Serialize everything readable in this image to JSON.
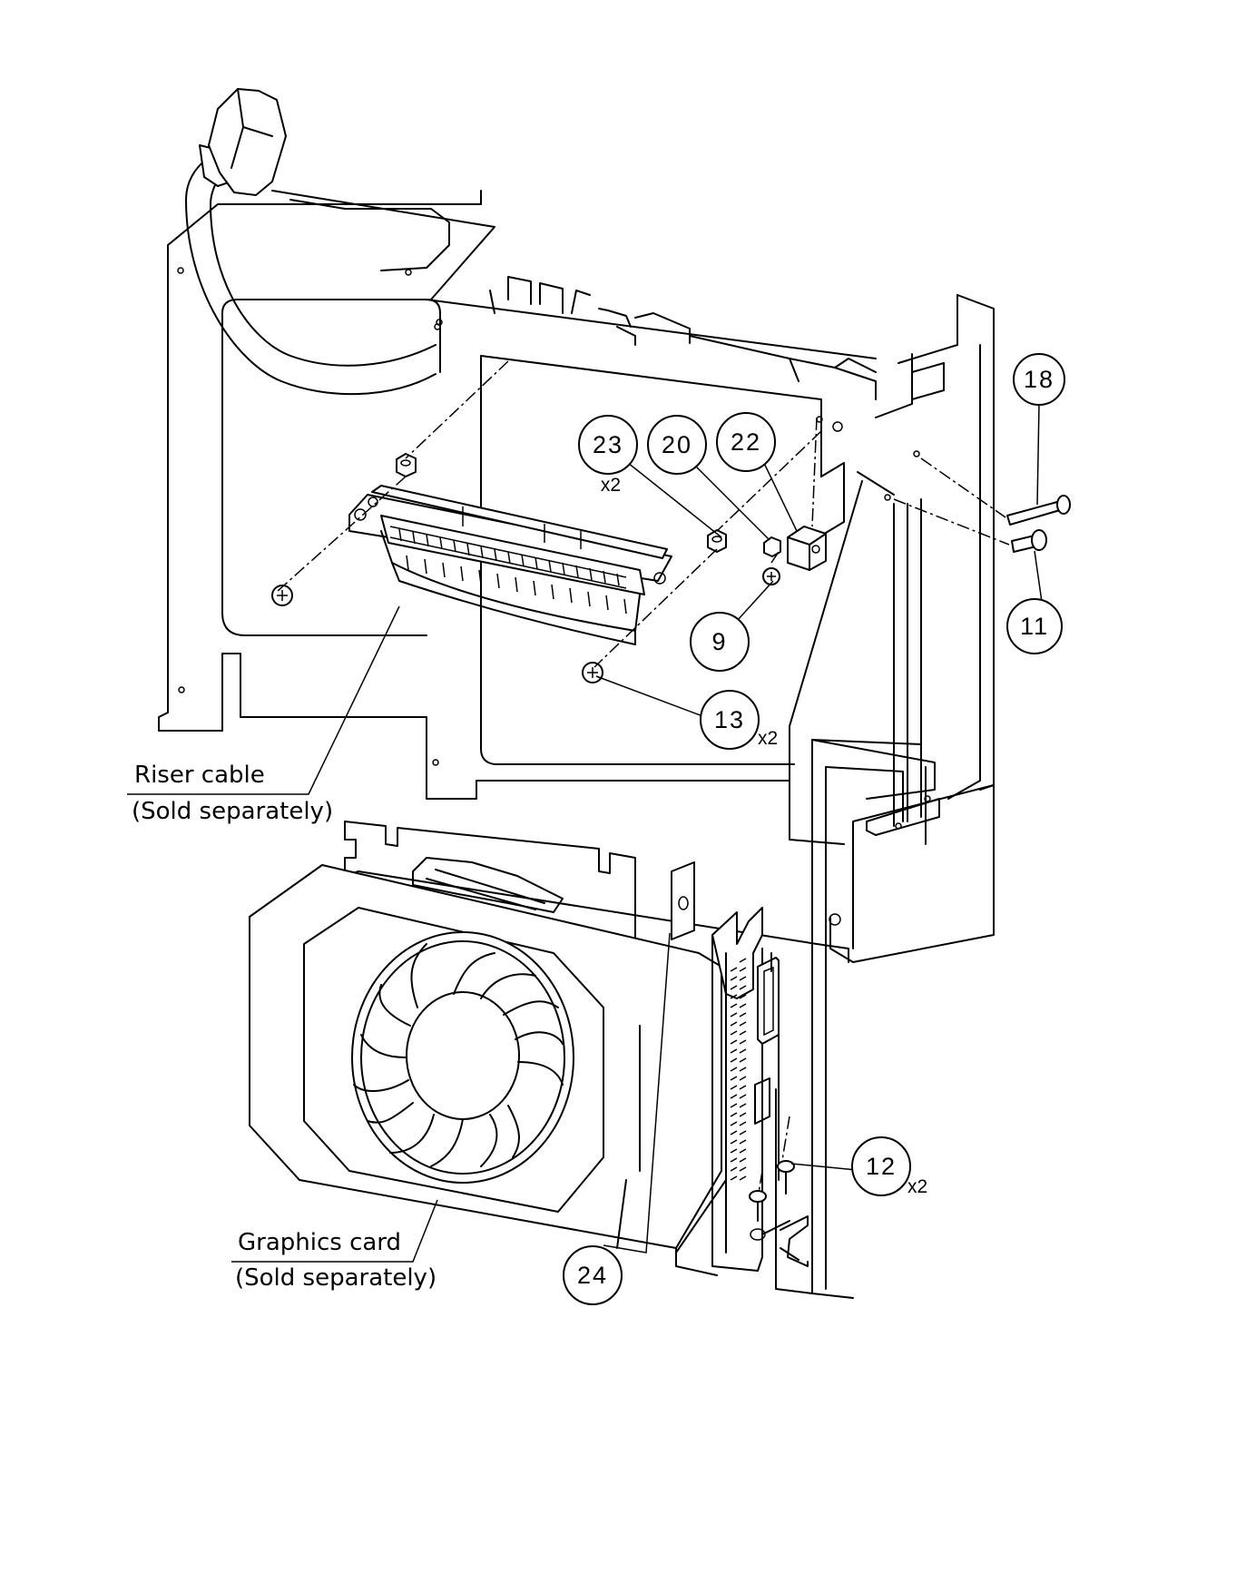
{
  "labels": {
    "riser_cable": "Riser cable",
    "riser_cable_note": "(Sold separately)",
    "graphics_card": "Graphics card",
    "graphics_card_note": "(Sold separately)"
  },
  "callouts": {
    "c18": "18",
    "c23": "23",
    "c23_qty": "x2",
    "c20": "20",
    "c22": "22",
    "c9": "9",
    "c11": "11",
    "c13": "13",
    "c13_qty": "x2",
    "c12": "12",
    "c12_qty": "x2",
    "c24": "24"
  }
}
